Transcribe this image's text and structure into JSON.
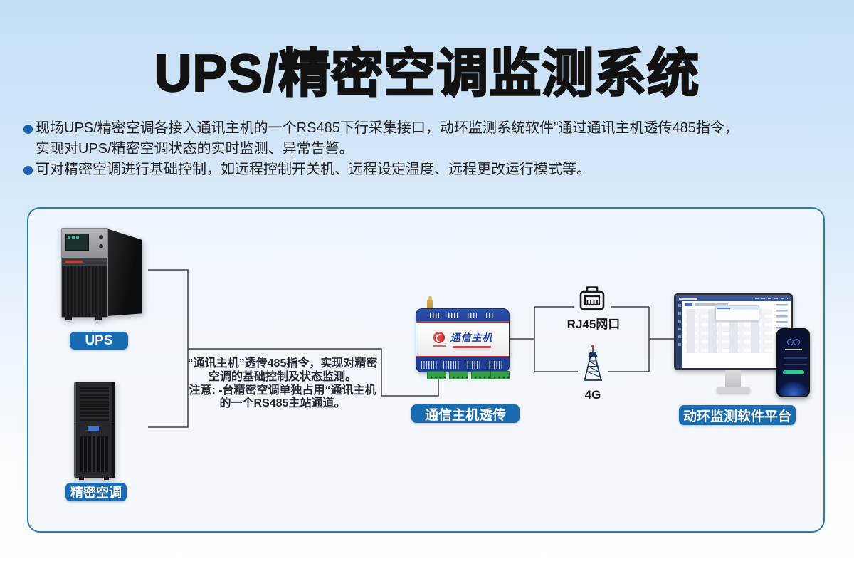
{
  "title": "UPS/精密空调监测系统",
  "intro": {
    "bullet1_line1": "现场UPS/精密空调各接入通讯主机的一个RS485下行采集接口，动环监测系统软件”通过通讯主机透传485指令，",
    "bullet1_line2": "实现对UPS/精密空调状态的实时监测、异常告警。",
    "bullet2_line1": "可对精密空调进行基础控制，如远程控制开关机、远程设定温度、远程更改运行模式等。"
  },
  "diagram": {
    "ups_label": "UPS",
    "ac_label": "精密空调",
    "host_label": "通信主机透传",
    "platform_label": "动环监测软件平台",
    "rj45_label": "RJ45网口",
    "cell_label": "4G",
    "device_title": "通信主机",
    "note_line1": "“通讯主机”透传485指令，实现对精密",
    "note_line2": "空调的基础控制及状态监测。",
    "note_line3": "注意: -台精密空调单独占用“通讯主机",
    "note_line4": "的一个RS485主站通道。"
  },
  "colors": {
    "label_pill": "#1a6cb2",
    "bullet_dot": "#1761ae",
    "box_border": "#2d7cab",
    "device_blue": "#1d3e92",
    "device_red": "#d63230",
    "terminal_green": "#35a047",
    "wire": "#3d3d3d",
    "background_top": "#c6def4"
  }
}
